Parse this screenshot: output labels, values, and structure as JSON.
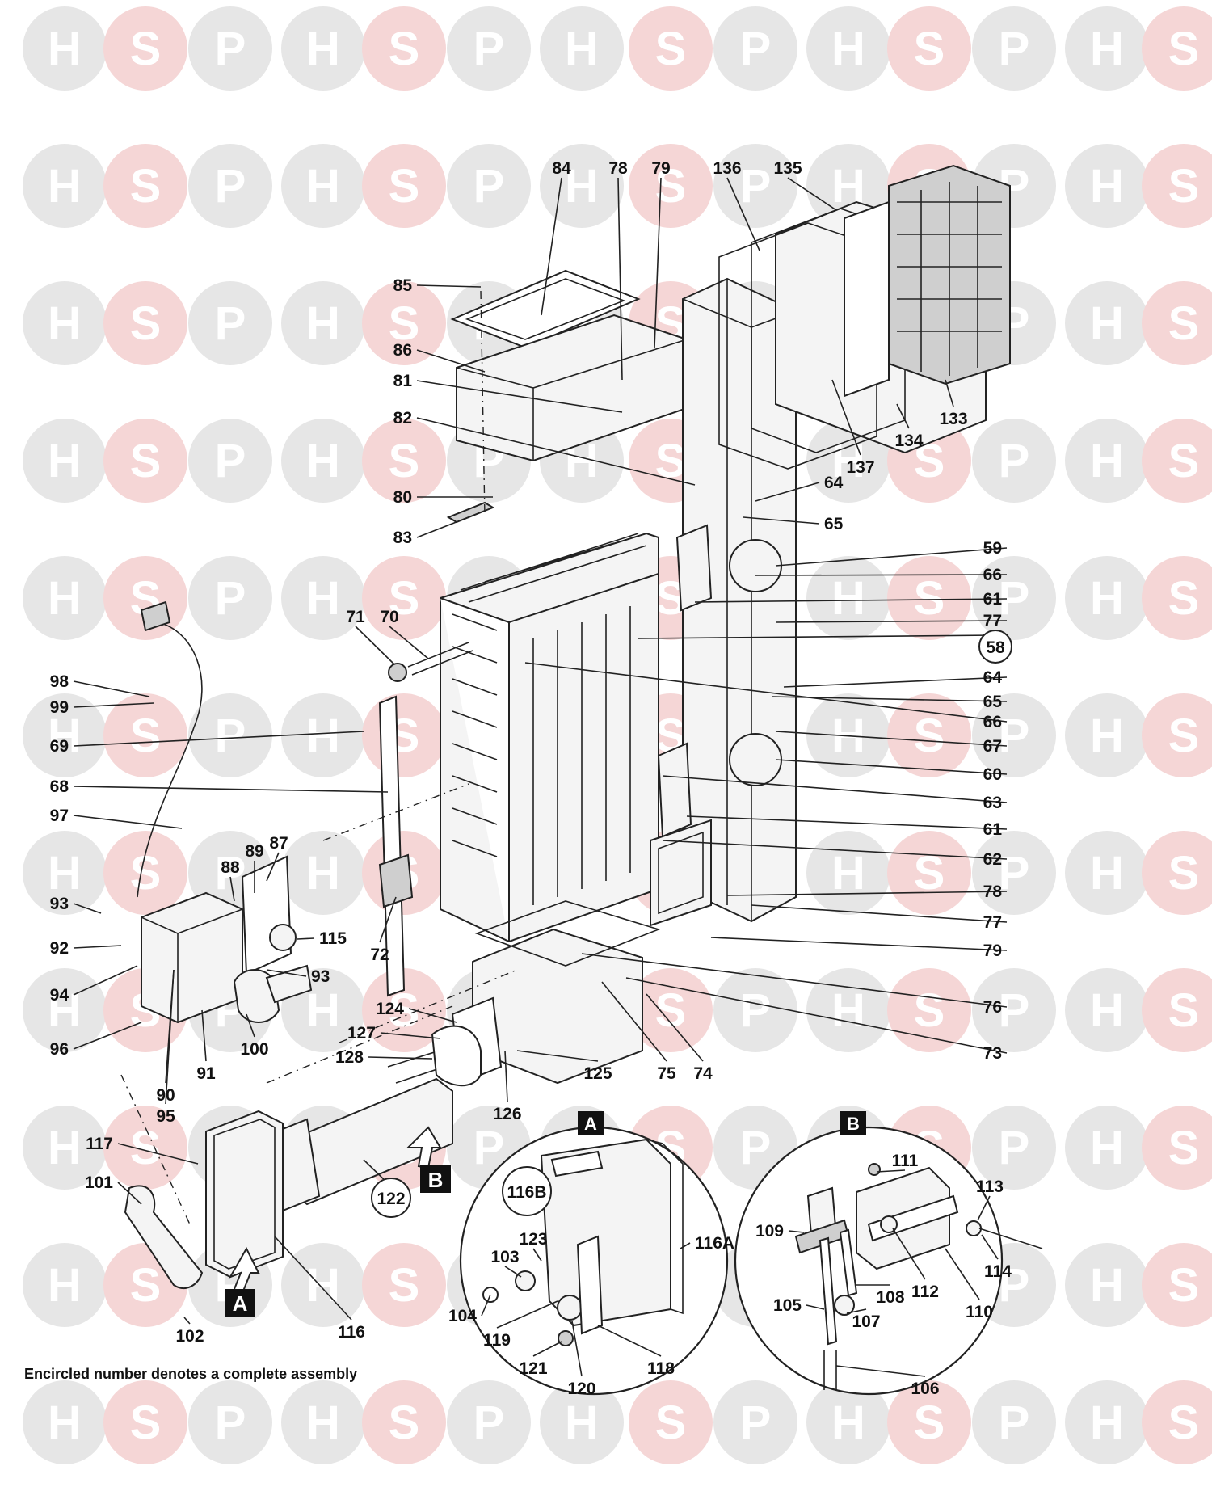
{
  "watermark": {
    "letters": [
      "H",
      "S",
      "P"
    ],
    "colors": {
      "H": "#e6e6e6",
      "S": "#f5d6d6",
      "P": "#e6e6e6"
    }
  },
  "labels": [
    {
      "id": "84",
      "text": "84",
      "encircled": false
    },
    {
      "id": "78a",
      "text": "78",
      "encircled": false
    },
    {
      "id": "79a",
      "text": "79",
      "encircled": false
    },
    {
      "id": "136",
      "text": "136",
      "encircled": false
    },
    {
      "id": "135",
      "text": "135",
      "encircled": false
    },
    {
      "id": "85",
      "text": "85",
      "encircled": false
    },
    {
      "id": "86",
      "text": "86",
      "encircled": false
    },
    {
      "id": "81",
      "text": "81",
      "encircled": false
    },
    {
      "id": "82",
      "text": "82",
      "encircled": false
    },
    {
      "id": "80",
      "text": "80",
      "encircled": false
    },
    {
      "id": "83",
      "text": "83",
      "encircled": false
    },
    {
      "id": "133",
      "text": "133",
      "encircled": false
    },
    {
      "id": "134",
      "text": "134",
      "encircled": false
    },
    {
      "id": "137",
      "text": "137",
      "encircled": false
    },
    {
      "id": "64a",
      "text": "64",
      "encircled": false
    },
    {
      "id": "65a",
      "text": "65",
      "encircled": false
    },
    {
      "id": "59",
      "text": "59",
      "encircled": false
    },
    {
      "id": "66a",
      "text": "66",
      "encircled": false
    },
    {
      "id": "61a",
      "text": "61",
      "encircled": false
    },
    {
      "id": "77a",
      "text": "77",
      "encircled": false
    },
    {
      "id": "58",
      "text": "58",
      "encircled": true
    },
    {
      "id": "64b",
      "text": "64",
      "encircled": false
    },
    {
      "id": "65b",
      "text": "65",
      "encircled": false
    },
    {
      "id": "66b",
      "text": "66",
      "encircled": false
    },
    {
      "id": "67",
      "text": "67",
      "encircled": false
    },
    {
      "id": "60",
      "text": "60",
      "encircled": false
    },
    {
      "id": "63",
      "text": "63",
      "encircled": false
    },
    {
      "id": "61b",
      "text": "61",
      "encircled": false
    },
    {
      "id": "62",
      "text": "62",
      "encircled": false
    },
    {
      "id": "78b",
      "text": "78",
      "encircled": false
    },
    {
      "id": "77b",
      "text": "77",
      "encircled": false
    },
    {
      "id": "79b",
      "text": "79",
      "encircled": false
    },
    {
      "id": "76",
      "text": "76",
      "encircled": false
    },
    {
      "id": "73",
      "text": "73",
      "encircled": false
    },
    {
      "id": "71",
      "text": "71",
      "encircled": false
    },
    {
      "id": "70",
      "text": "70",
      "encircled": false
    },
    {
      "id": "98",
      "text": "98",
      "encircled": false
    },
    {
      "id": "99",
      "text": "99",
      "encircled": false
    },
    {
      "id": "69",
      "text": "69",
      "encircled": false
    },
    {
      "id": "68",
      "text": "68",
      "encircled": false
    },
    {
      "id": "97",
      "text": "97",
      "encircled": false
    },
    {
      "id": "87",
      "text": "87",
      "encircled": false
    },
    {
      "id": "88",
      "text": "88",
      "encircled": false
    },
    {
      "id": "89",
      "text": "89",
      "encircled": false
    },
    {
      "id": "93a",
      "text": "93",
      "encircled": false
    },
    {
      "id": "92",
      "text": "92",
      "encircled": false
    },
    {
      "id": "94",
      "text": "94",
      "encircled": false
    },
    {
      "id": "96",
      "text": "96",
      "encircled": false
    },
    {
      "id": "90",
      "text": "90",
      "encircled": false
    },
    {
      "id": "95",
      "text": "95",
      "encircled": false
    },
    {
      "id": "91",
      "text": "91",
      "encircled": false
    },
    {
      "id": "100",
      "text": "100",
      "encircled": false
    },
    {
      "id": "115",
      "text": "115",
      "encircled": false
    },
    {
      "id": "93b",
      "text": "93",
      "encircled": false
    },
    {
      "id": "72",
      "text": "72",
      "encircled": false
    },
    {
      "id": "124",
      "text": "124",
      "encircled": false
    },
    {
      "id": "127",
      "text": "127",
      "encircled": false
    },
    {
      "id": "128",
      "text": "128",
      "encircled": false
    },
    {
      "id": "125",
      "text": "125",
      "encircled": false
    },
    {
      "id": "75",
      "text": "75",
      "encircled": false
    },
    {
      "id": "74",
      "text": "74",
      "encircled": false
    },
    {
      "id": "126",
      "text": "126",
      "encircled": false
    },
    {
      "id": "117",
      "text": "117",
      "encircled": false
    },
    {
      "id": "101",
      "text": "101",
      "encircled": false
    },
    {
      "id": "102",
      "text": "102",
      "encircled": false
    },
    {
      "id": "116",
      "text": "116",
      "encircled": false
    },
    {
      "id": "122",
      "text": "122",
      "encircled": true
    },
    {
      "id": "116B",
      "text": "116B",
      "encircled": true
    },
    {
      "id": "116A",
      "text": "116A",
      "encircled": false
    },
    {
      "id": "123",
      "text": "123",
      "encircled": false
    },
    {
      "id": "103",
      "text": "103",
      "encircled": false
    },
    {
      "id": "104",
      "text": "104",
      "encircled": false
    },
    {
      "id": "119",
      "text": "119",
      "encircled": false
    },
    {
      "id": "121",
      "text": "121",
      "encircled": false
    },
    {
      "id": "120",
      "text": "120",
      "encircled": false
    },
    {
      "id": "118",
      "text": "118",
      "encircled": false
    },
    {
      "id": "111",
      "text": "111",
      "encircled": false
    },
    {
      "id": "113",
      "text": "113",
      "encircled": false
    },
    {
      "id": "109",
      "text": "109",
      "encircled": false
    },
    {
      "id": "114",
      "text": "114",
      "encircled": false
    },
    {
      "id": "108",
      "text": "108",
      "encircled": false
    },
    {
      "id": "112",
      "text": "112",
      "encircled": false
    },
    {
      "id": "110",
      "text": "110",
      "encircled": false
    },
    {
      "id": "105",
      "text": "105",
      "encircled": false
    },
    {
      "id": "107",
      "text": "107",
      "encircled": false
    },
    {
      "id": "106",
      "text": "106",
      "encircled": false
    }
  ],
  "inset_tags": {
    "A": "A",
    "B": "B"
  },
  "arrow_tags": {
    "A": "A",
    "B": "B"
  },
  "footnote": "Encircled number denotes a complete assembly"
}
